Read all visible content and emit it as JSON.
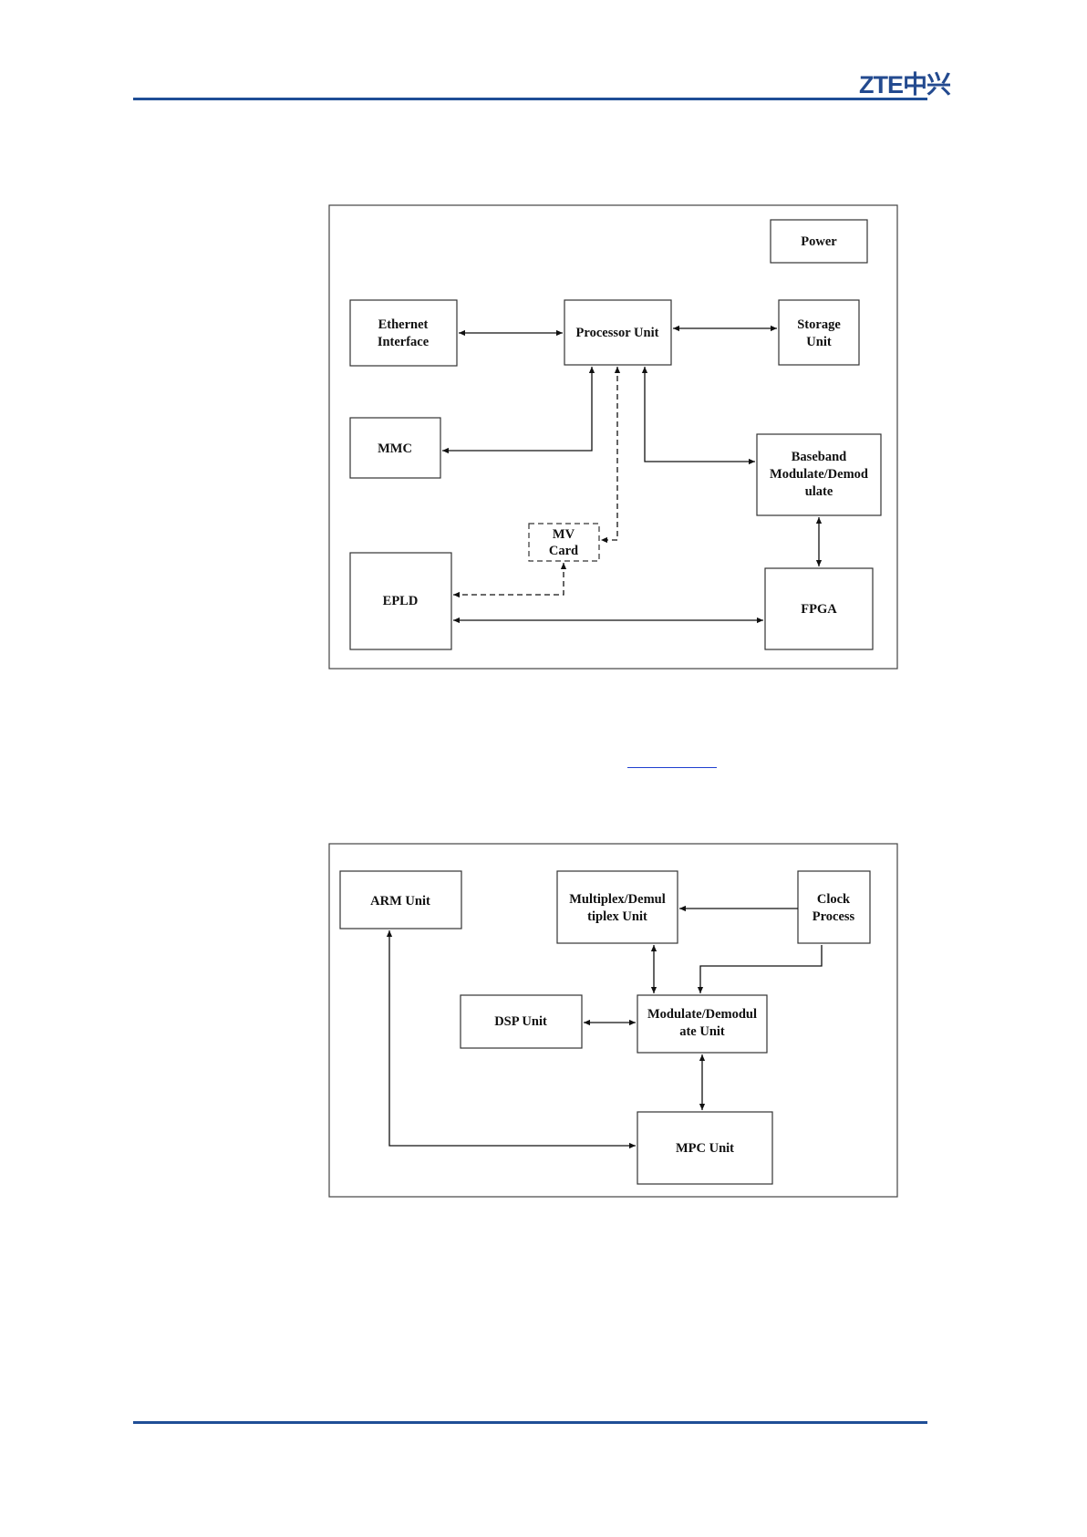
{
  "header": {
    "logo_text": "ZTE中兴"
  },
  "diagram1": {
    "power": "Power",
    "ethernet": [
      "Ethernet",
      "Interface"
    ],
    "processor": "Processor Unit",
    "storage": [
      "Storage",
      "Unit"
    ],
    "mmc": "MMC",
    "baseband": [
      "Baseband",
      "Modulate/Demod",
      "ulate"
    ],
    "mv_card": [
      "MV",
      "Card"
    ],
    "epld": "EPLD",
    "fpga": "FPGA"
  },
  "diagram2": {
    "arm": "ARM Unit",
    "mux": [
      "Multiplex/Demul",
      "tiplex Unit"
    ],
    "clock": [
      "Clock",
      "Process"
    ],
    "dsp": "DSP Unit",
    "modem": [
      "Modulate/Demodul",
      "ate Unit"
    ],
    "mpc": "MPC Unit"
  },
  "colors": {
    "rule": "#1f4e96",
    "logo": "#234a8f",
    "link": "#1f3fcf"
  }
}
